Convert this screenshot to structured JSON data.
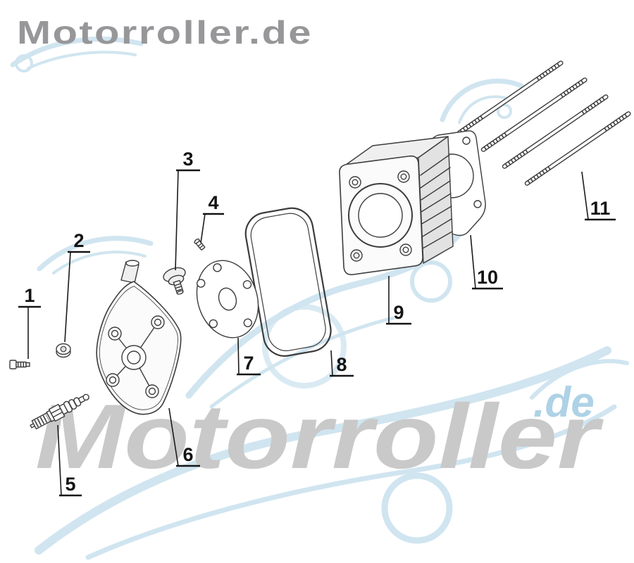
{
  "brand": {
    "header_logo_text": "Motorroller.de",
    "watermark_text": "Motorroller",
    "watermark_domain_suffix": ".de"
  },
  "colors": {
    "accent_blue": "#aed2e6",
    "watermark_gray": "#c9c9c9",
    "header_gray": "#97979a",
    "line_dark": "#3c3c3c",
    "label_black": "#141414"
  },
  "diagram": {
    "type": "exploded-parts-diagram",
    "part_labels": [
      "1",
      "2",
      "3",
      "4",
      "5",
      "6",
      "7",
      "8",
      "9",
      "10",
      "11"
    ]
  }
}
